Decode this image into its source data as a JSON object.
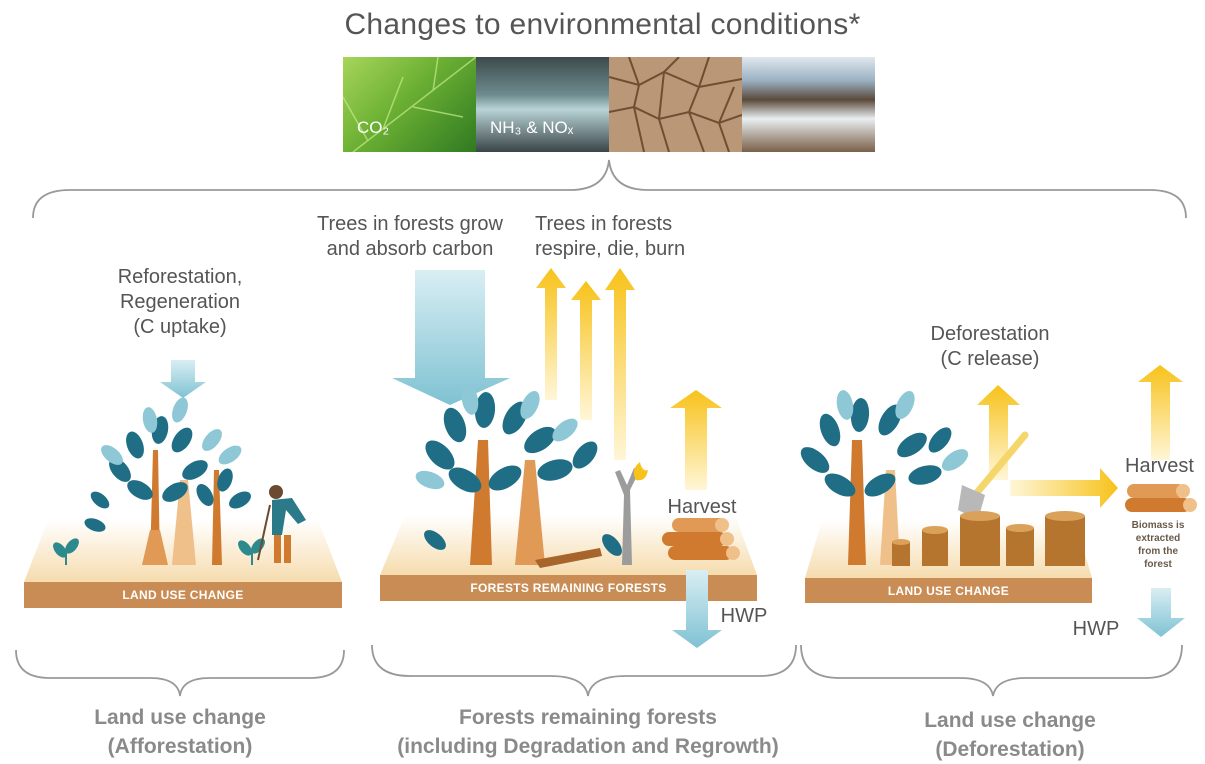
{
  "title": "Changes to environmental conditions*",
  "photos": [
    {
      "name": "leaf",
      "label": "CO₂"
    },
    {
      "name": "river",
      "label": "NH₃ & NOₓ"
    },
    {
      "name": "cracked-soil",
      "label": ""
    },
    {
      "name": "flood",
      "label": ""
    }
  ],
  "labels": {
    "reforestation": [
      "Reforestation,",
      "Regeneration",
      "(C uptake)"
    ],
    "grow": [
      "Trees in forests grow",
      "and absorb carbon"
    ],
    "respire": [
      "Trees in forests",
      "respire, die, burn"
    ],
    "harvest_mid": "Harvest",
    "hwp_mid": "HWP",
    "deforestation": [
      "Deforestation",
      "(C release)"
    ],
    "harvest_right": "Harvest",
    "biomass": [
      "Biomass is",
      "extracted",
      "from the",
      "forest"
    ],
    "hwp_right": "HWP"
  },
  "bands": {
    "left": "LAND USE CHANGE",
    "middle": "FORESTS REMAINING FORESTS",
    "right": "LAND USE CHANGE"
  },
  "sections": {
    "left": [
      "Land use change",
      "(Afforestation)"
    ],
    "middle": [
      "Forests remaining forests",
      "(including Degradation and Regrowth)"
    ],
    "right": [
      "Land use change",
      "(Deforestation)"
    ]
  },
  "colors": {
    "teal": "#1f6e85",
    "teal_light": "#8ec8d6",
    "trunk": "#cf7a2f",
    "band": "#c98c54",
    "arrow_yellow": "#f7c21a",
    "arrow_blue": "#7fc2d3",
    "text": "#555555",
    "section_text": "#8a8a8a"
  }
}
